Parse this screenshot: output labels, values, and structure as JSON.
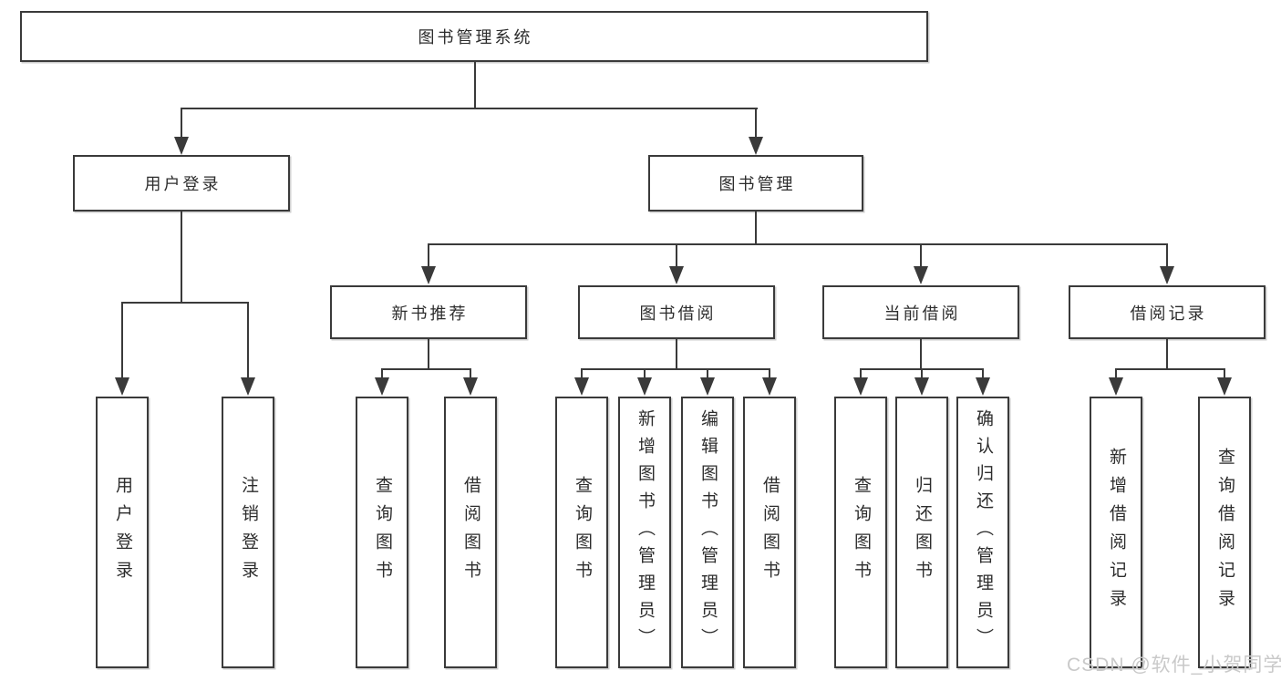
{
  "tree": {
    "root": {
      "label": "图书管理系统"
    },
    "branches": [
      {
        "label": "用户登录",
        "leaves": [
          {
            "label": "用户登录"
          },
          {
            "label": "注销登录"
          }
        ]
      },
      {
        "label": "图书管理",
        "groups": [
          {
            "label": "新书推荐",
            "leaves": [
              {
                "label": "查询图书"
              },
              {
                "label": "借阅图书"
              }
            ]
          },
          {
            "label": "图书借阅",
            "leaves": [
              {
                "label": "查询图书"
              },
              {
                "label": "新增图书（管理员）"
              },
              {
                "label": "编辑图书（管理员）"
              },
              {
                "label": "借阅图书"
              }
            ]
          },
          {
            "label": "当前借阅",
            "leaves": [
              {
                "label": "查询图书"
              },
              {
                "label": "归还图书"
              },
              {
                "label": "确认归还（管理员）"
              }
            ]
          },
          {
            "label": "借阅记录",
            "leaves": [
              {
                "label": "新增借阅记录"
              },
              {
                "label": "查询借阅记录"
              }
            ]
          }
        ]
      }
    ]
  },
  "watermark": {
    "text": "CSDN @软件_小贺同学"
  },
  "colors": {
    "line": "#3a3a3a",
    "box_border": "#3a3a3a",
    "text": "#2d2d2d",
    "watermark": "#c9c9c9",
    "background": "#ffffff"
  }
}
